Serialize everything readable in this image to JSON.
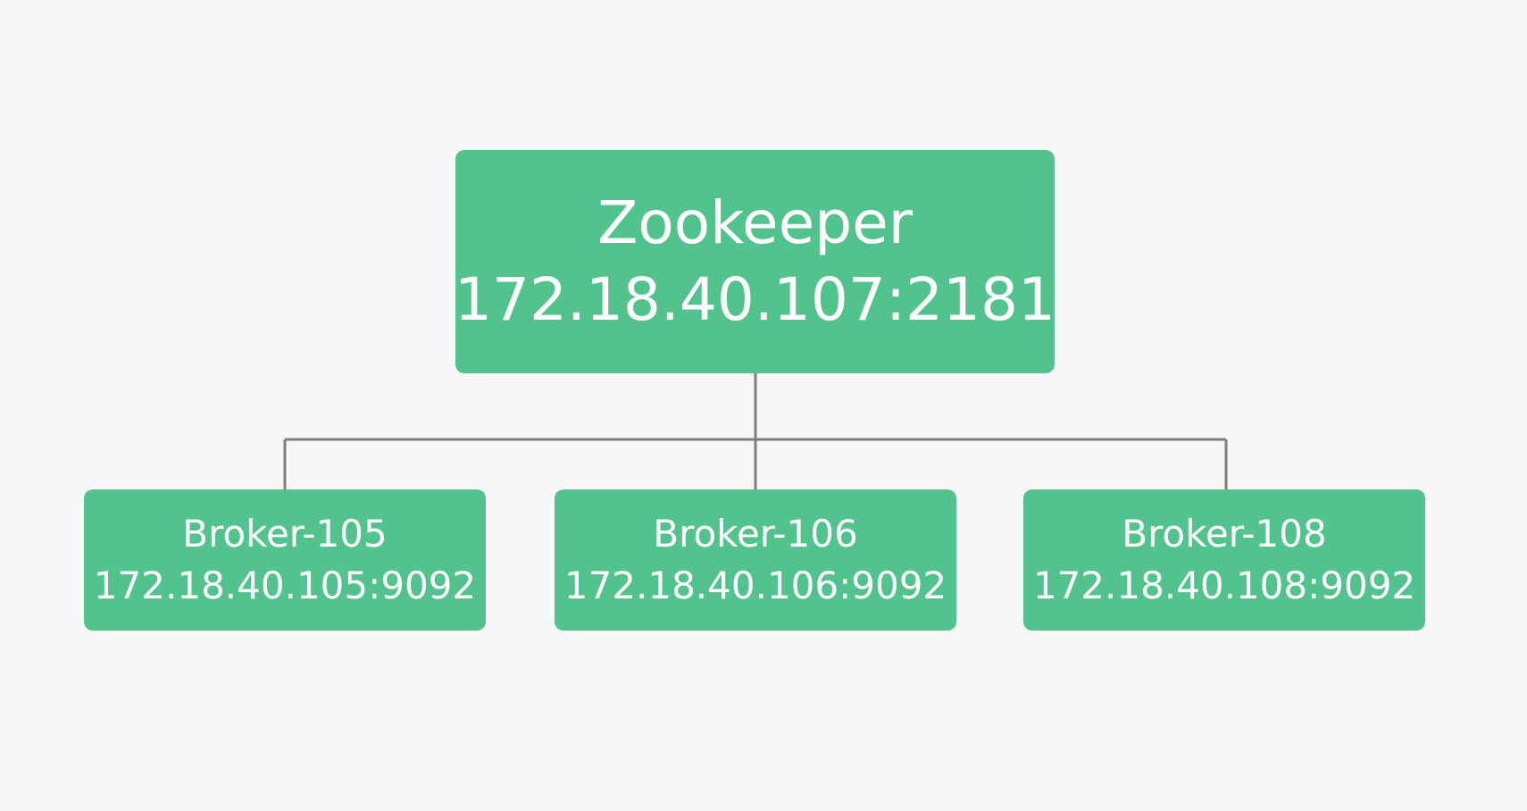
{
  "diagram": {
    "root": {
      "name": "Zookeeper",
      "address": "172.18.40.107:2181"
    },
    "children": [
      {
        "name": "Broker-105",
        "address": "172.18.40.105:9092"
      },
      {
        "name": "Broker-106",
        "address": "172.18.40.106:9092"
      },
      {
        "name": "Broker-108",
        "address": "172.18.40.108:9092"
      }
    ],
    "colors": {
      "node_fill": "#52c38c",
      "node_text": "#ffffff",
      "connector": "#7f7f7f",
      "background": "#f7f7f7"
    }
  }
}
